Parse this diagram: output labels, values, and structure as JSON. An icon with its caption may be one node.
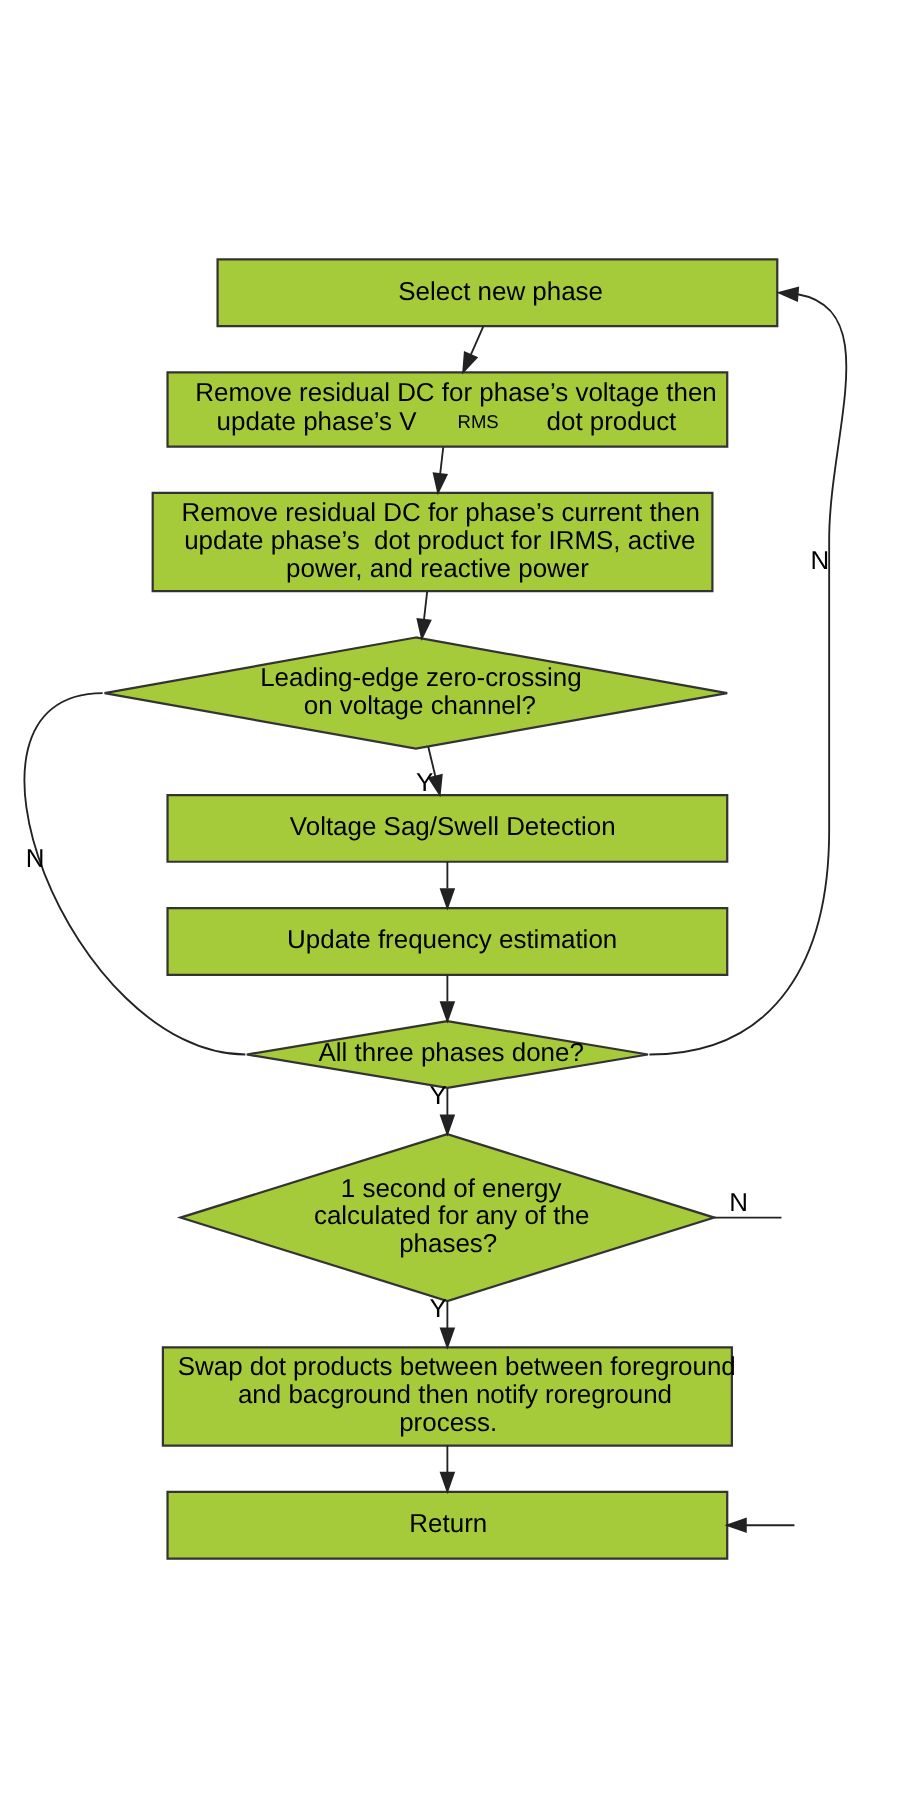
{
  "diagram": {
    "nodes": [
      {
        "text": [
          "Select new phase"
        ]
      },
      {
        "text": [
          "Remove residual DC for phase’s voltage then update phase’s V$_{RMS}$ dot product"
        ]
      },
      {
        "text": [
          "Remove residual DC for phase’s current then update phase’s  dot product for IRMS, active power, and reactive power"
        ]
      },
      {
        "text": [
          "Leading-edge zero-crossing on voltage channel?"
        ]
      },
      {
        "text": [
          "Voltage Sag/Swell Detection"
        ]
      },
      {
        "text": [
          "Update frequency estimation"
        ]
      },
      {
        "text": [
          "All three phases done?"
        ]
      },
      {
        "text": [
          "1 second of energy calculated for any of the phases?"
        ]
      },
      {
        "text": [
          "Swap dot products between between foreground and bacground then notify roreground process."
        ]
      },
      {
        "text": [
          "Return"
        ]
      }
    ],
    "edges": [
      {
        "from": 0,
        "to": 1,
        "arrow": "to"
      },
      {
        "from": 1,
        "to": 2,
        "arrow": "to"
      },
      {
        "from": 2,
        "to": 3,
        "arrow": "to"
      },
      {
        "from": 3,
        "to": 4,
        "arrow": "to",
        "label": "Y"
      },
      {
        "from": 3,
        "to": 6,
        "arrow": "none",
        "label": "N"
      },
      {
        "from": 4,
        "to": 5,
        "arrow": "to"
      },
      {
        "from": 5,
        "to": 6,
        "arrow": "to"
      },
      {
        "from": 6,
        "to": 7,
        "arrow": "to",
        "label": "Y"
      },
      {
        "from": 6,
        "to": 0,
        "arrow": "to",
        "label": "N"
      },
      {
        "from": 7,
        "to": 8,
        "arrow": "to",
        "label": "Y"
      },
      {
        "from": 7,
        "to": null,
        "arrow": "none",
        "label": "N"
      },
      {
        "from": 8,
        "to": 9,
        "arrow": "to"
      },
      {
        "from": null,
        "to": 9,
        "arrow": "to"
      }
    ]
  }
}
